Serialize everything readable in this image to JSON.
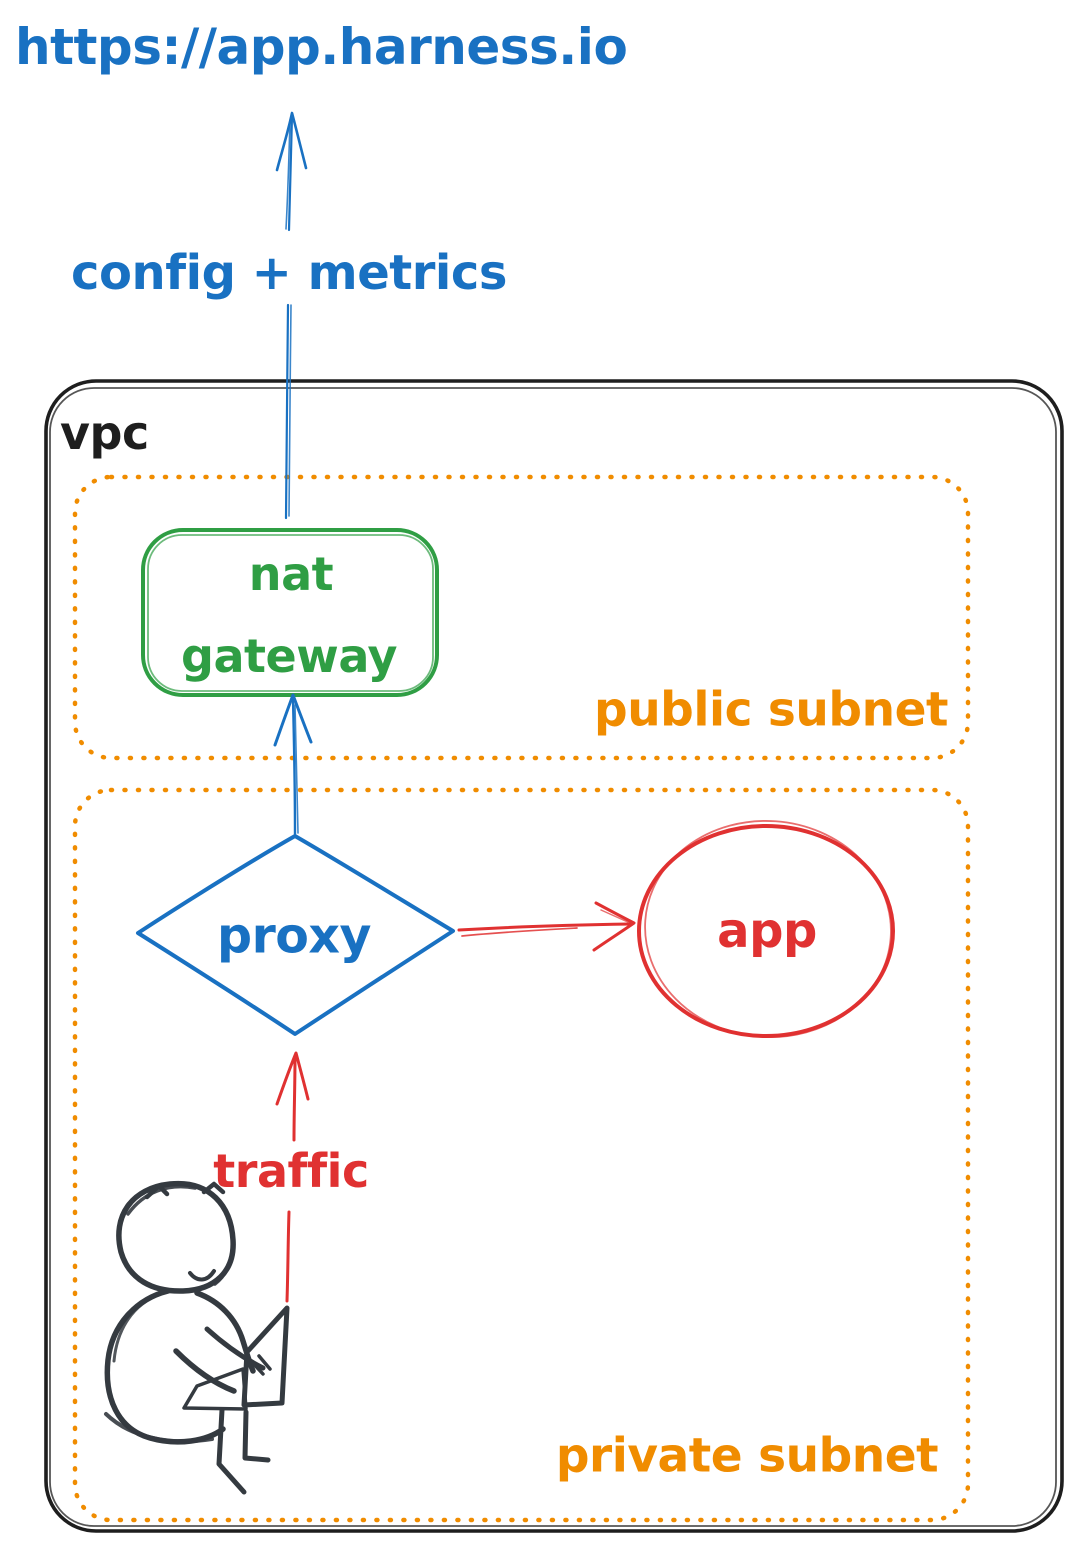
{
  "colors": {
    "background": "#ffffff",
    "blue": "#1971c2",
    "green": "#2f9e44",
    "orange": "#f08c00",
    "red": "#e03131",
    "ink": "#1e1e1e",
    "figure": "#343a40"
  },
  "external": {
    "url": "https://app.harness.io"
  },
  "containers": {
    "vpc": {
      "label": "vpc",
      "color": "#1e1e1e",
      "border": "solid"
    },
    "public_subnet": {
      "label": "public subnet",
      "color": "#f08c00",
      "border": "dotted"
    },
    "private_subnet": {
      "label": "private subnet",
      "color": "#f08c00",
      "border": "dotted"
    }
  },
  "nodes": {
    "nat_gateway": {
      "label_line1": "nat",
      "label_line2": "gateway",
      "shape": "rounded-rectangle",
      "color": "#2f9e44"
    },
    "proxy": {
      "label": "proxy",
      "shape": "diamond",
      "color": "#1971c2"
    },
    "app": {
      "label": "app",
      "shape": "circle",
      "color": "#e03131"
    }
  },
  "edges": {
    "nat_to_url": {
      "label": "config + metrics",
      "color": "#1971c2",
      "direction": "up",
      "from": "nat gateway",
      "to": "https://app.harness.io"
    },
    "proxy_to_nat": {
      "color": "#1971c2",
      "direction": "up",
      "from": "proxy",
      "to": "nat gateway"
    },
    "proxy_to_app": {
      "color": "#e03131",
      "direction": "right",
      "from": "proxy",
      "to": "app"
    },
    "user_to_proxy": {
      "label": "traffic",
      "color": "#e03131",
      "direction": "up",
      "from": "person-with-laptop",
      "to": "proxy"
    }
  },
  "figure": {
    "icon": "person-with-laptop"
  }
}
